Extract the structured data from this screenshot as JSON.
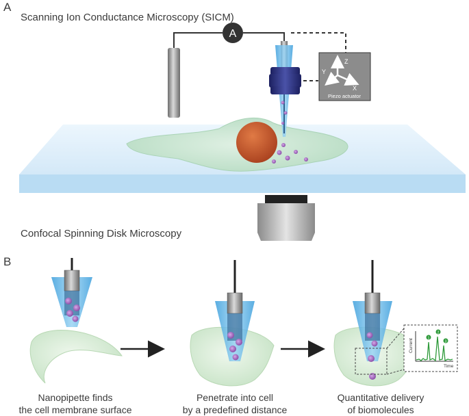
{
  "panelA": {
    "letter": "A",
    "title": "Scanning Ion Conductance Microscopy (SICM)",
    "ammeter": "A",
    "piezo": {
      "z": "Z",
      "y": "Y",
      "x": "X",
      "label": "Piezo actuator"
    },
    "bottom_label": "Confocal Spinning Disk Microscopy"
  },
  "panelB": {
    "letter": "B",
    "steps": [
      {
        "line1": "Nanopipette finds",
        "line2": "the cell membrane surface"
      },
      {
        "line1": "Penetrate into cell",
        "line2": "by a predefined distance"
      },
      {
        "line1": "Quantitative delivery",
        "line2": "of biomolecules"
      }
    ],
    "inset": {
      "ylabel": "Current",
      "xlabel": "Time",
      "peaks": [
        "1",
        "2",
        "3"
      ]
    }
  },
  "colors": {
    "pipette_blue": "#5fb4e6",
    "holder_navy": "#2a2f78",
    "cell_green": "#cfe8d6",
    "nucleus": "#c8572c",
    "peak_green": "#2e9a3a"
  }
}
